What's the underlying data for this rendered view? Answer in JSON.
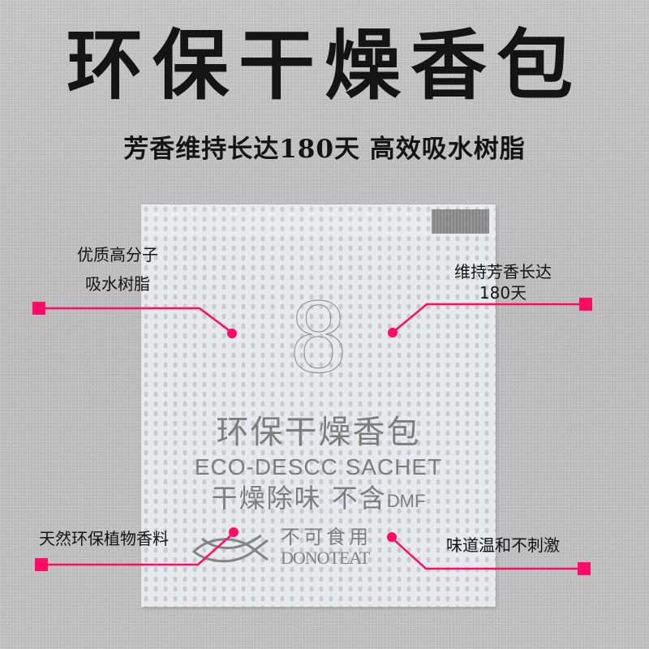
{
  "header": {
    "title": "环保干燥香包",
    "subtitle": "芳香维持长达180天  高效吸水树脂"
  },
  "product": {
    "number": "8",
    "name_cn": "环保干燥香包",
    "name_en": "ECO-DESCC SACHET",
    "feature_cn": "干燥除味 不含",
    "feature_dmf": "DMF",
    "warning_cn": "不可食用",
    "warning_en": "DONOTEAT",
    "icon": "fish-icon"
  },
  "callouts": [
    {
      "id": "top-left",
      "lines": [
        "优质高分子",
        "吸水树脂"
      ]
    },
    {
      "id": "top-right",
      "lines": [
        "维持芳香长达",
        "180天"
      ]
    },
    {
      "id": "bottom-left",
      "lines": [
        "天然环保植物香料"
      ]
    },
    {
      "id": "bottom-right",
      "lines": [
        "味道温和不刺激"
      ]
    }
  ],
  "colors": {
    "accent": "#ff0a64",
    "background": "#bdbdbd",
    "title_text": "#141414",
    "print_text": "#7d7d7d"
  }
}
